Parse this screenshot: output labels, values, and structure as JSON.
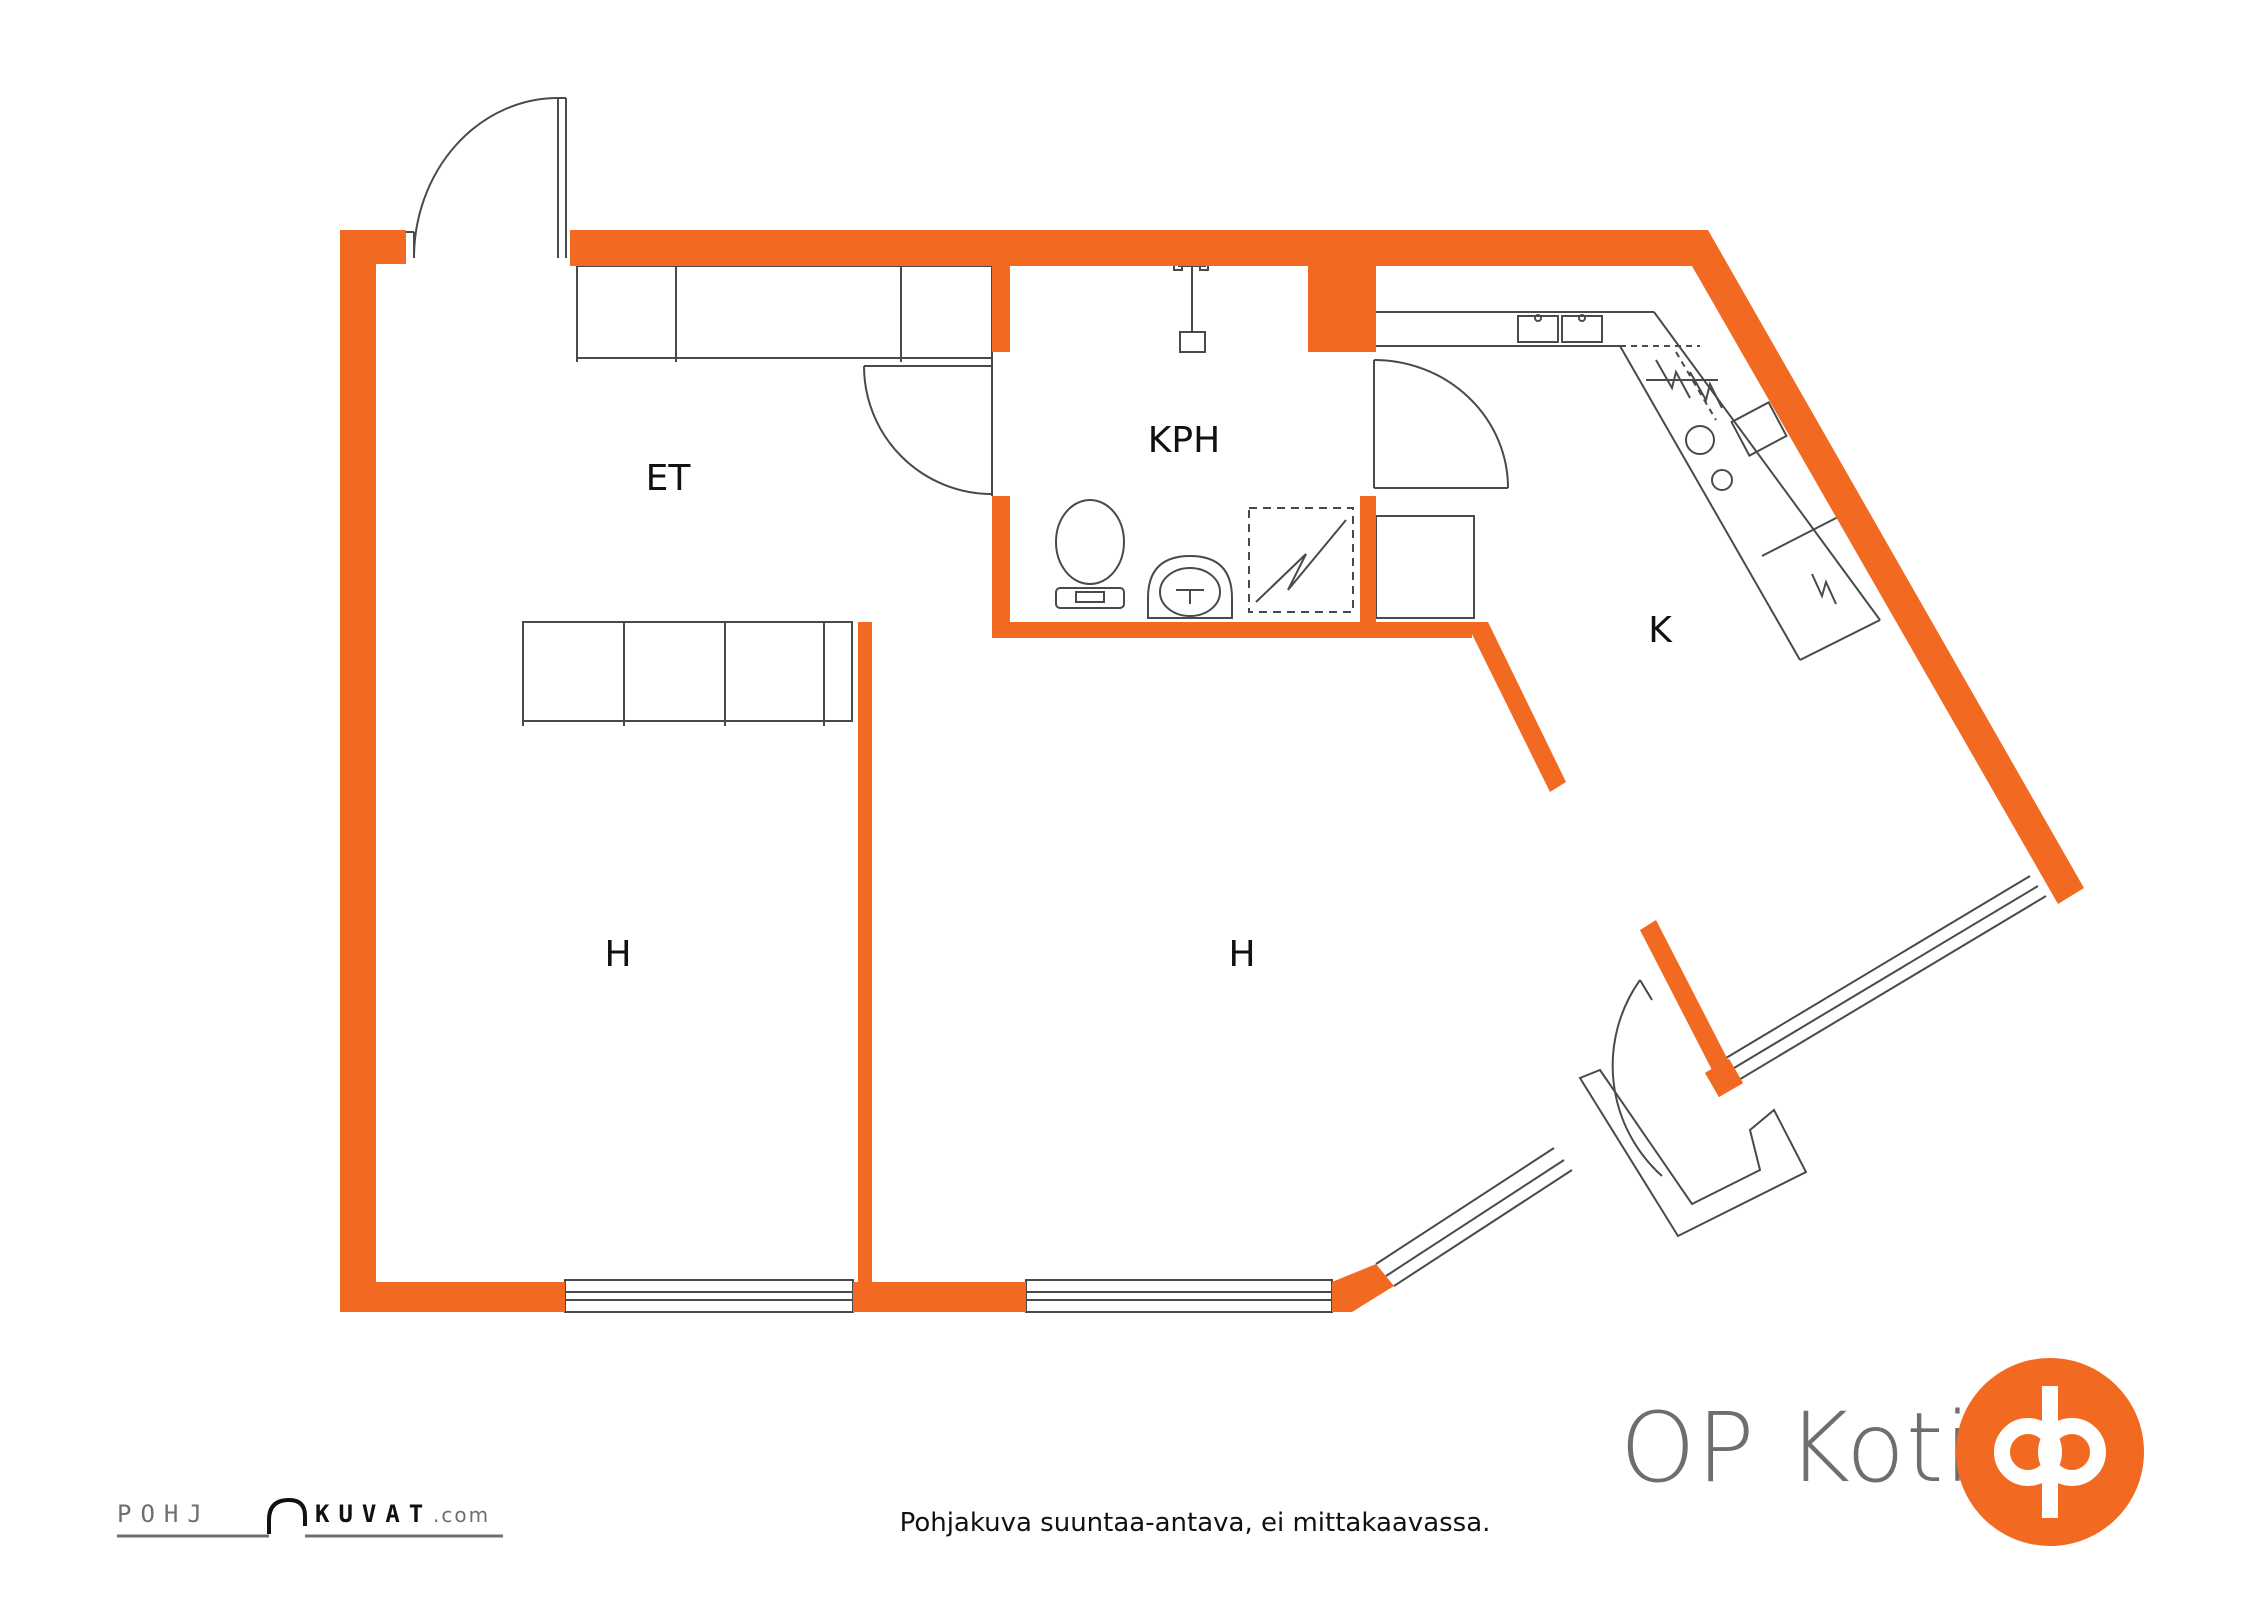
{
  "rooms": {
    "entry": "ET",
    "bathroom": "KPH",
    "bedroom": "H",
    "living_room": "H",
    "kitchen": "K"
  },
  "brand": {
    "name": "OP Koti",
    "color": "#F26A21",
    "text_color": "#6D6E71"
  },
  "footer": {
    "disclaimer": "Pohjakuva suuntaa-antava, ei mittakaavassa.",
    "logo_part1": "POHJ",
    "logo_part2": "KUVAT",
    "logo_suffix": ".com"
  },
  "colors": {
    "wall": "#F26A21",
    "line": "#4a4a4a"
  }
}
